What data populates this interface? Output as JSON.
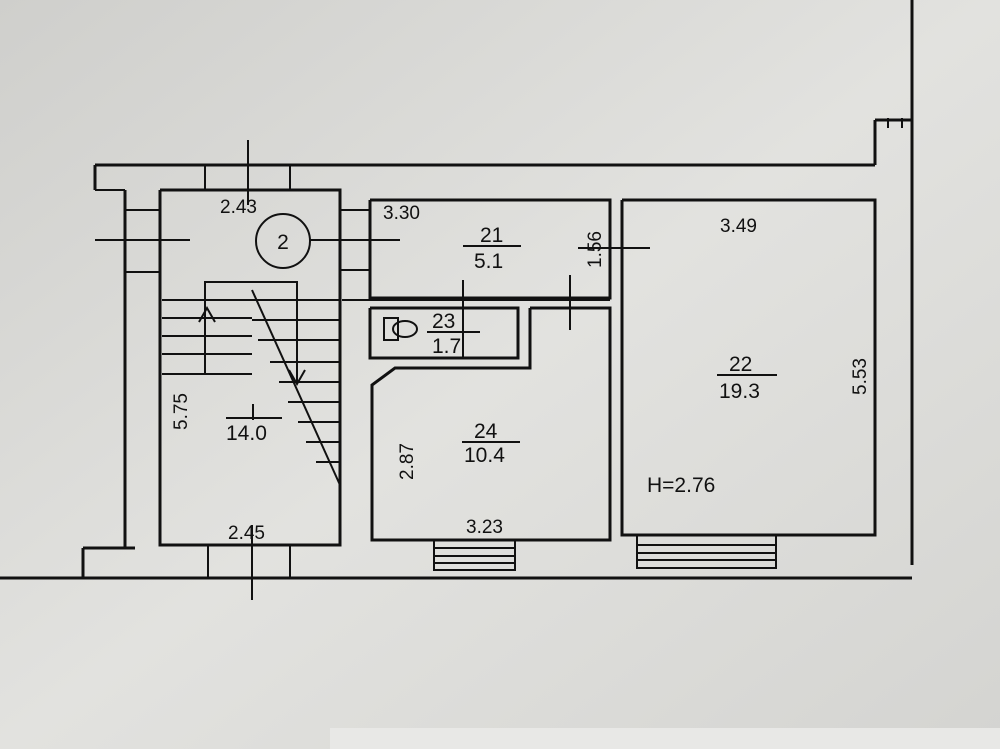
{
  "stair_mark": "2",
  "stairwell": {
    "area": "14.0",
    "dim_top": "2.43",
    "dim_bottom": "2.45",
    "dim_left": "5.75"
  },
  "rooms": [
    {
      "id": "21",
      "area": "5.1",
      "dim_top": "3.30",
      "dim_side": "1.56"
    },
    {
      "id": "22",
      "area": "19.3",
      "dim_top": "3.49",
      "dim_side": "5.53"
    },
    {
      "id": "23",
      "area": "1.7"
    },
    {
      "id": "24",
      "area": "10.4",
      "dim_bottom": "3.23",
      "dim_side": "2.87"
    }
  ],
  "ceiling_height": "H=2.76"
}
